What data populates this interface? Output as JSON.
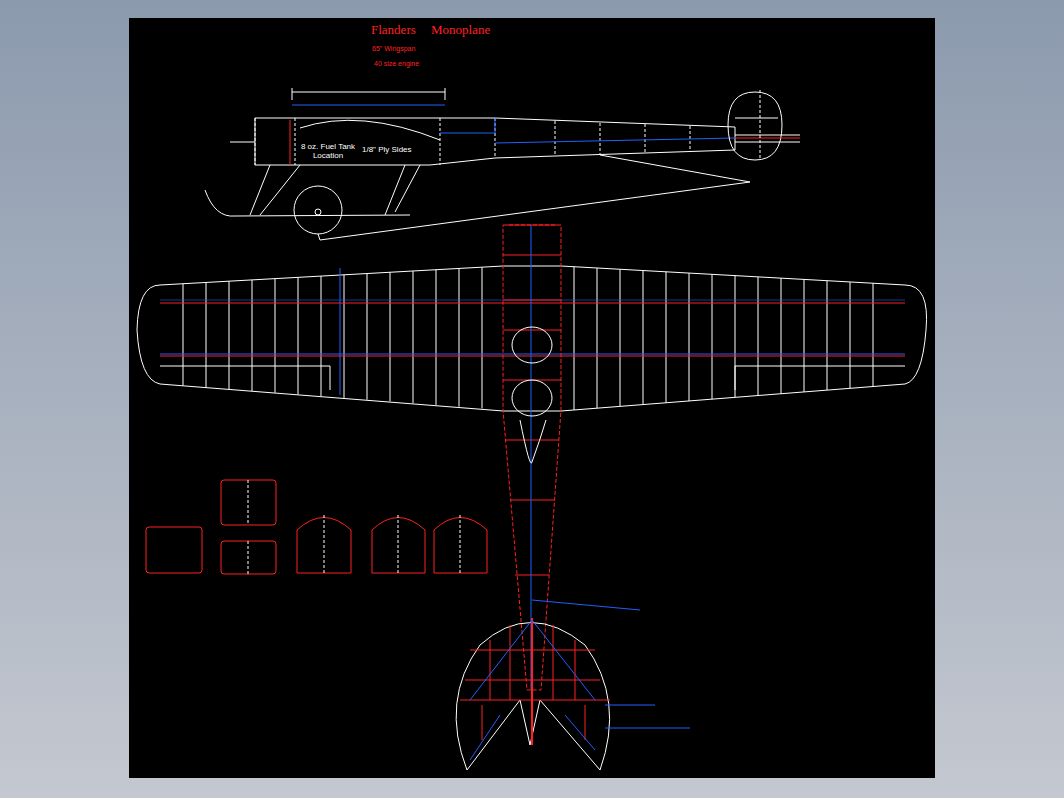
{
  "diagram": {
    "title": "Flanders Monoplane",
    "labels": [
      "65\" Wingspan",
      "40 size engine",
      "8 oz. Fuel Tank Location",
      "1/8\" Ply Sides"
    ]
  }
}
